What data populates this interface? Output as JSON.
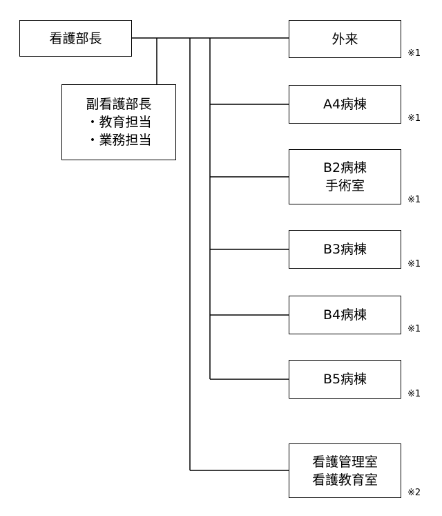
{
  "head": {
    "label": "看護部長"
  },
  "deputy": {
    "title": "副看護部長",
    "duties": [
      "・教育担当",
      "・業務担当"
    ]
  },
  "units": [
    {
      "lines": [
        "外来"
      ],
      "note": "※1"
    },
    {
      "lines": [
        "A4病棟"
      ],
      "note": "※1"
    },
    {
      "lines": [
        "B2病棟",
        "手術室"
      ],
      "note": "※1"
    },
    {
      "lines": [
        "B3病棟"
      ],
      "note": "※1"
    },
    {
      "lines": [
        "B4病棟"
      ],
      "note": "※1"
    },
    {
      "lines": [
        "B5病棟"
      ],
      "note": "※1"
    },
    {
      "lines": [
        "看護管理室",
        "看護教育室"
      ],
      "note": "※2"
    }
  ]
}
